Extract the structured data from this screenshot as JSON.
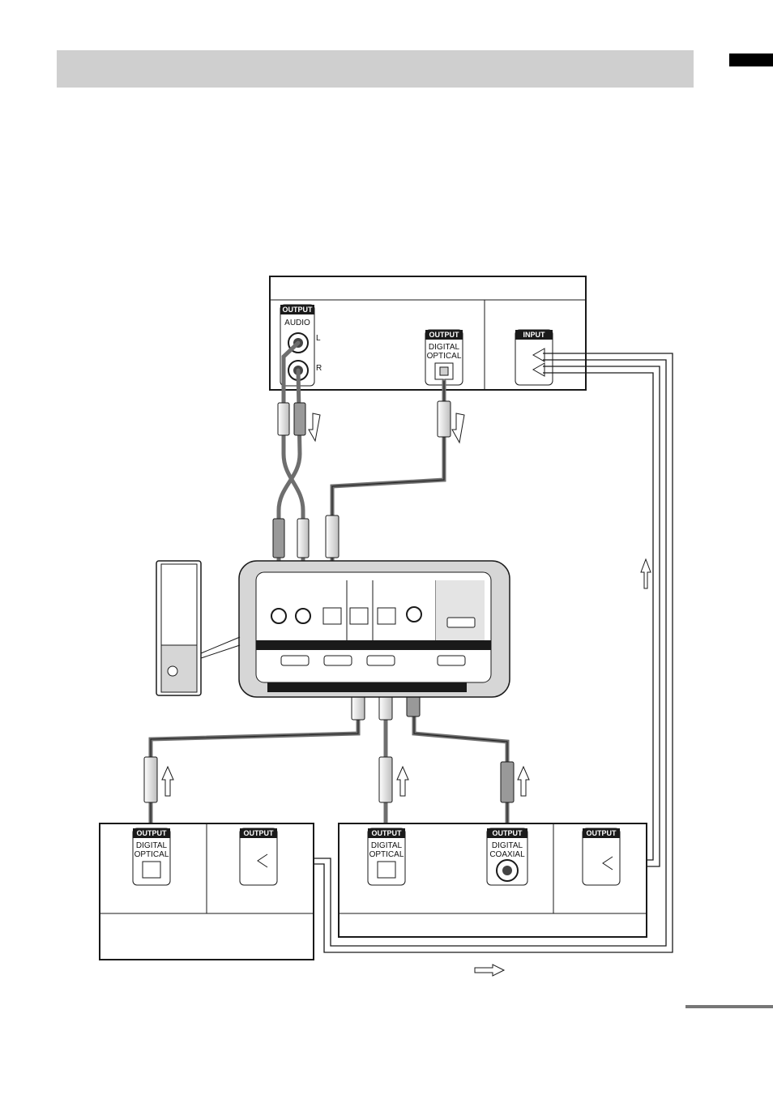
{
  "colors": {
    "band": "#cfcfcf",
    "cable": "#6e6e6e",
    "outline": "#1a1a1a",
    "unit_fill": "#d6d6d6"
  },
  "labels": {
    "output": "OUTPUT",
    "input": "INPUT",
    "audio": "AUDIO",
    "left": "L",
    "right": "R",
    "digital": "DIGITAL",
    "optical": "OPTICAL",
    "coaxial": "COAXIAL"
  }
}
